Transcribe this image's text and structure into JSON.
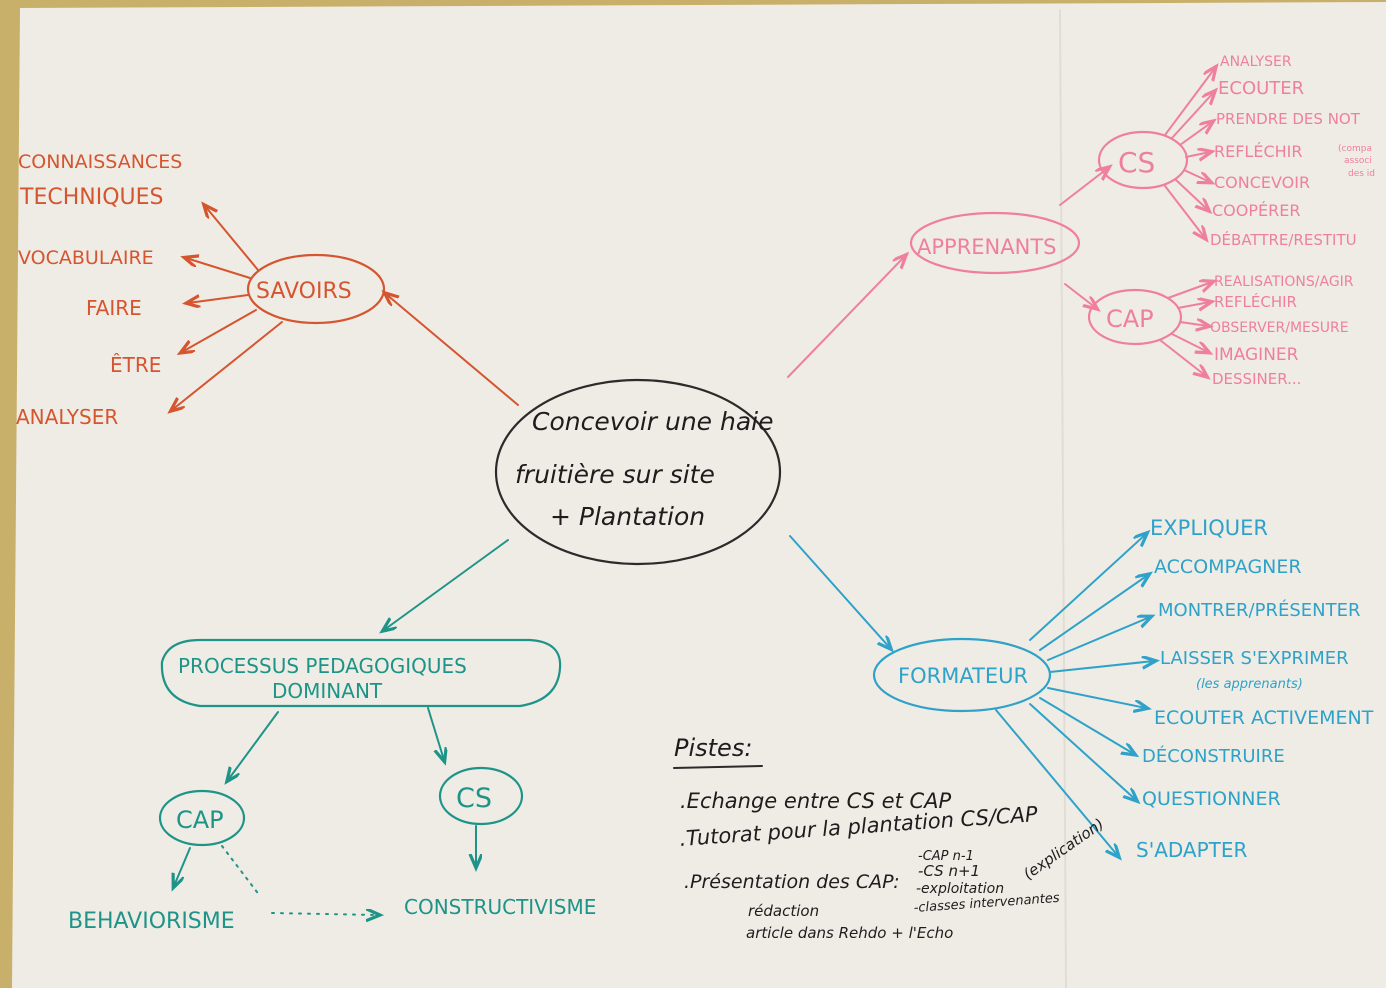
{
  "center": {
    "line1": "Concevoir une haie",
    "line2": "fruitière sur site",
    "line3": "+ Plantation"
  },
  "savoirs": {
    "title": "SAVOIRS",
    "items": [
      "CONNAISSANCES",
      "TECHNIQUES",
      "VOCABULAIRE",
      "FAIRE",
      "ÊTRE",
      "ANALYSER"
    ]
  },
  "apprenants": {
    "title": "APPRENANTS",
    "cs": {
      "title": "CS",
      "items": [
        "ANALYSER",
        "ECOUTER",
        "PRENDRE DES NOT",
        "REFLÉCHIR",
        "CONCEVOIR",
        "COOPÉRER",
        "DÉBATTRE/RESTITU"
      ],
      "note1": "(compa",
      "note2": "associ",
      "note3": "des id"
    },
    "cap": {
      "title": "CAP",
      "items": [
        "REALISATIONS/AGIR",
        "REFLÉCHIR",
        "OBSERVER/MESURE",
        "IMAGINER",
        "DESSINER..."
      ]
    }
  },
  "processus": {
    "line1": "PROCESSUS PEDAGOGIQUES",
    "line2": "DOMINANT",
    "cap": "CAP",
    "cs": "CS",
    "behaviorisme": "BEHAVIORISME",
    "constructivisme": "CONSTRUCTIVISME"
  },
  "formateur": {
    "title": "FORMATEUR",
    "items": [
      "EXPLIQUER",
      "ACCOMPAGNER",
      "MONTRER/PRÉSENTER",
      "LAISSER S'EXPRIMER",
      "ECOUTER ACTIVEMENT",
      "DÉCONSTRUIRE",
      "QUESTIONNER",
      "S'ADAPTER"
    ],
    "note": "(les apprenants)"
  },
  "pistes": {
    "title": "Pistes:",
    "items": [
      ".Echange entre CS et CAP",
      ".Tutorat pour la plantation CS/CAP",
      ".Présentation des CAP:"
    ],
    "sub": [
      "-CAP n-1",
      "-CS n+1",
      "-exploitation",
      "-classes intervenantes"
    ],
    "side": "(explication)",
    "redaction1": "rédaction",
    "redaction2": "article dans Rehdo + l'Echo"
  },
  "colors": {
    "savoirs": "#d5552f",
    "apprenants": "#ef7f9e",
    "processus": "#1e9488",
    "formateur": "#2ea2c8",
    "center": "#2b2b2b"
  }
}
